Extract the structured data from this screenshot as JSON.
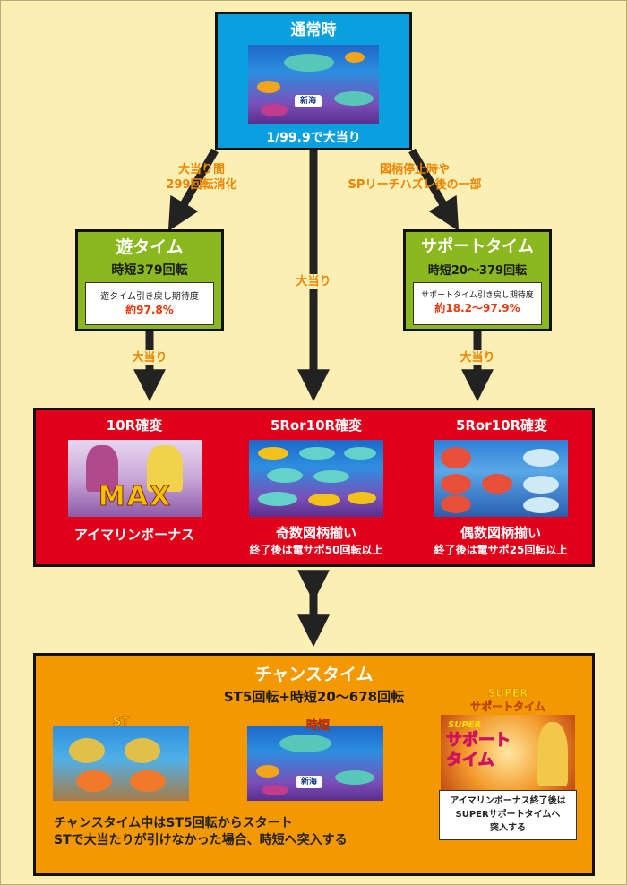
{
  "normal": {
    "title": "通常時",
    "odds": "1/99.9で大当り",
    "logo": "新海"
  },
  "arrows": {
    "to_asobi": "大当り間\n299回転消化",
    "to_support": "図柄停止時や\nSPリーチハズレ後の一部",
    "center": "大当り",
    "asobi_down": "大当り",
    "support_down": "大当り"
  },
  "asobi": {
    "title": "遊タイム",
    "sub": "時短379回転",
    "box_title": "遊タイム引き戻し期待度",
    "box_value": "約97.8%"
  },
  "support": {
    "title": "サポートタイム",
    "sub": "時短20〜379回転",
    "box_title": "サポートタイム引き戻し期待度",
    "box_value": "約18.2〜97.9%"
  },
  "kakuhen": {
    "items": [
      {
        "header": "10R確変",
        "caption": "アイマリンボーナス",
        "note": "",
        "logo_text": "MAX"
      },
      {
        "header": "5Ror10R確変",
        "caption": "奇数図柄揃い",
        "note": "終了後は電サポ50回転以上",
        "logo_text": ""
      },
      {
        "header": "5Ror10R確変",
        "caption": "偶数図柄揃い",
        "note": "終了後は電サポ25回転以上",
        "logo_text": ""
      }
    ]
  },
  "chance": {
    "title": "チャンスタイム",
    "sub": "ST5回転+時短20〜678回転",
    "st_label": "ST",
    "jitan_label": "時短",
    "super_label": "SUPER\nサポートタイム",
    "super_logo_top": "SUPER",
    "super_logo_main": "サポート\nタイム",
    "super_box": "アイマリンボーナス終了後は\nSUPERサポートタイムへ\n突入する",
    "desc_line1": "チャンスタイム中はST5回転からスタート",
    "desc_line2": "STで大当たりが引けなかった場合、時短へ突入する",
    "logo": "新海"
  },
  "colors": {
    "normal_box": "#0aa0e0",
    "green_box": "#8ab81e",
    "red_box": "#e0001a",
    "orange_box": "#f39800",
    "label_orange": "#f08300"
  }
}
